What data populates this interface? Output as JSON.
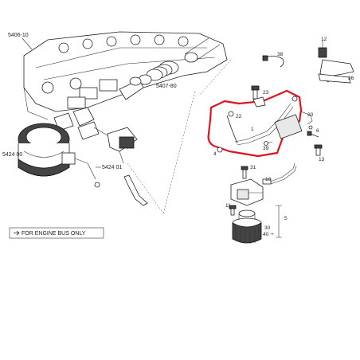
{
  "labels": {
    "l_5406_10": "5406-10",
    "l_5407_80": "5407-80",
    "l_5424_00": "5424 00",
    "l_5424_01": "5424 01",
    "l_1": "1",
    "l_4": "4",
    "l_5": "5",
    "l_6": "6",
    "l_10": "10",
    "l_11": "11",
    "l_12": "12",
    "l_13": "13",
    "l_20": "20",
    "l_22": "22",
    "l_23": "23",
    "l_30": "30",
    "l_31": "31",
    "l_36": "36",
    "l_38": "38",
    "l_39": "39",
    "l_40": "40"
  },
  "note": {
    "text": "FOR ENGINE BUS ONLY"
  },
  "colors": {
    "highlight": "#e0141e",
    "line": "#333333"
  }
}
